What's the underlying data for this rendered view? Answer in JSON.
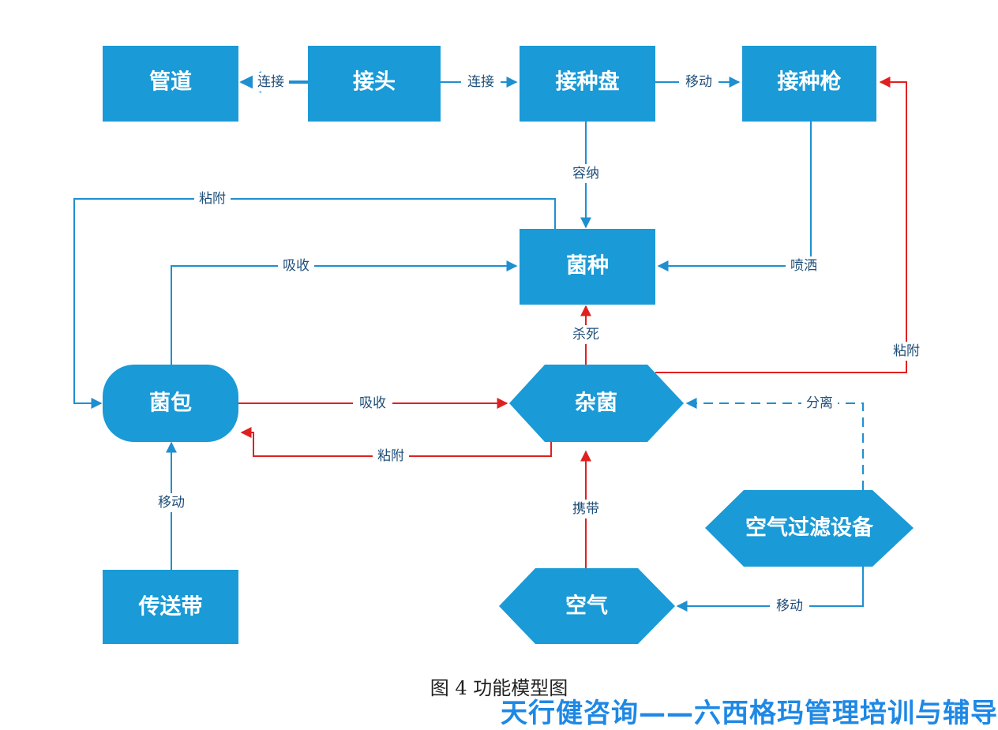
{
  "colors": {
    "node_fill": "#1a9ad6",
    "line_blue": "#1f8fd0",
    "line_red": "#e02020",
    "label_text": "#1f4e79"
  },
  "nodes": {
    "pipe": "管道",
    "joint": "接头",
    "inoculation_tray": "接种盘",
    "inoculation_gun": "接种枪",
    "strain": "菌种",
    "fungus_bag": "菌包",
    "contaminant": "杂菌",
    "air_filter": "空气过滤设备",
    "conveyor_belt": "传送带",
    "air": "空气"
  },
  "edges": {
    "joint_to_pipe": "连接",
    "joint_to_tray": "连接",
    "tray_to_gun": "移动",
    "tray_to_strain": "容纳",
    "strain_to_bag": "粘附",
    "bag_to_strain": "吸收",
    "gun_to_strain": "喷洒",
    "contaminant_to_strain": "杀死",
    "contaminant_to_gun": "粘附",
    "bag_to_contaminant": "吸收",
    "contaminant_to_bag": "粘附",
    "filter_to_contaminant": "分离",
    "conveyor_to_bag": "移动",
    "air_to_contaminant": "携带",
    "filter_to_air": "移动"
  },
  "caption": "图 4  功能模型图",
  "watermark": "天行健咨询——六西格玛管理培训与辅导"
}
